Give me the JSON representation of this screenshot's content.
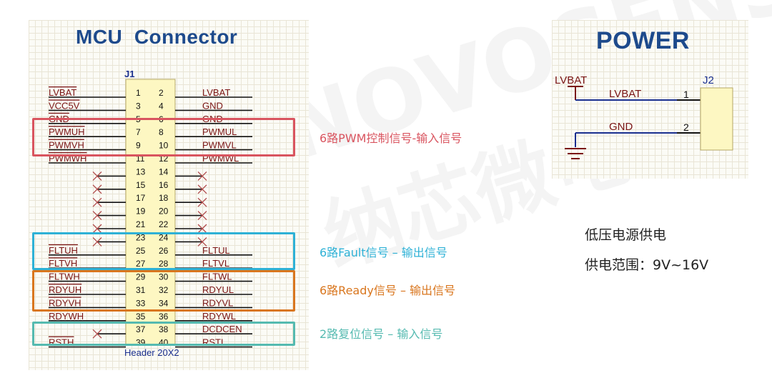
{
  "mcu": {
    "title": "MCU  Connector",
    "designator": "J1",
    "footer": "Header 20X2",
    "rows": [
      {
        "left": "LVBAT",
        "p1": "1",
        "p2": "2",
        "right": "LVBAT"
      },
      {
        "left": "VCC5V",
        "p1": "3",
        "p2": "4",
        "right": "GND"
      },
      {
        "left": "GND",
        "p1": "5",
        "p2": "6",
        "right": "GND"
      },
      {
        "left": "PWMUH",
        "p1": "7",
        "p2": "8",
        "right": "PWMUL"
      },
      {
        "left": "PWMVH",
        "p1": "9",
        "p2": "10",
        "right": "PWMVL"
      },
      {
        "left": "PWMWH",
        "p1": "11",
        "p2": "12",
        "right": "PWMWL"
      },
      {
        "left": "",
        "p1": "13",
        "p2": "14",
        "right": ""
      },
      {
        "left": "",
        "p1": "15",
        "p2": "16",
        "right": ""
      },
      {
        "left": "",
        "p1": "17",
        "p2": "18",
        "right": ""
      },
      {
        "left": "",
        "p1": "19",
        "p2": "20",
        "right": ""
      },
      {
        "left": "",
        "p1": "21",
        "p2": "22",
        "right": ""
      },
      {
        "left": "",
        "p1": "23",
        "p2": "24",
        "right": ""
      },
      {
        "left": "FLTUH",
        "p1": "25",
        "p2": "26",
        "right": "FLTUL"
      },
      {
        "left": "FLTVH",
        "p1": "27",
        "p2": "28",
        "right": "FLTVL"
      },
      {
        "left": "FLTWH",
        "p1": "29",
        "p2": "30",
        "right": "FLTWL"
      },
      {
        "left": "RDYUH",
        "p1": "31",
        "p2": "32",
        "right": "RDYUL"
      },
      {
        "left": "RDYVH",
        "p1": "33",
        "p2": "34",
        "right": "RDYVL"
      },
      {
        "left": "RDYWH",
        "p1": "35",
        "p2": "36",
        "right": "RDYWL"
      },
      {
        "left": "",
        "p1": "37",
        "p2": "38",
        "right": "DCDCEN"
      },
      {
        "left": "RSTH",
        "p1": "39",
        "p2": "40",
        "right": "RSTL"
      }
    ]
  },
  "groups": [
    {
      "label": "6路PWM控制信号-输入信号",
      "color": "#d9545f"
    },
    {
      "label": "6路Fault信号 – 输出信号",
      "color": "#2eb1d6"
    },
    {
      "label": "6路Ready信号 – 输出信号",
      "color": "#d9761e"
    },
    {
      "label": "2路复位信号 – 输入信号",
      "color": "#55bab0"
    }
  ],
  "power": {
    "title": "POWER",
    "designator": "J2",
    "port_label": "LVBAT",
    "pins": [
      {
        "net": "LVBAT",
        "num": "1"
      },
      {
        "net": "GND",
        "num": "2"
      }
    ]
  },
  "info": {
    "line1": "低压电源供电",
    "line2": "供电范围：9V~16V"
  },
  "watermark": {
    "latin": "NOVOSENSE",
    "cjk": "纳芯微电子"
  },
  "colors": {
    "title": "#1d4a8c",
    "net": "#7a1414",
    "wire": "#1a2f8f",
    "body": "#fdf7c2"
  }
}
